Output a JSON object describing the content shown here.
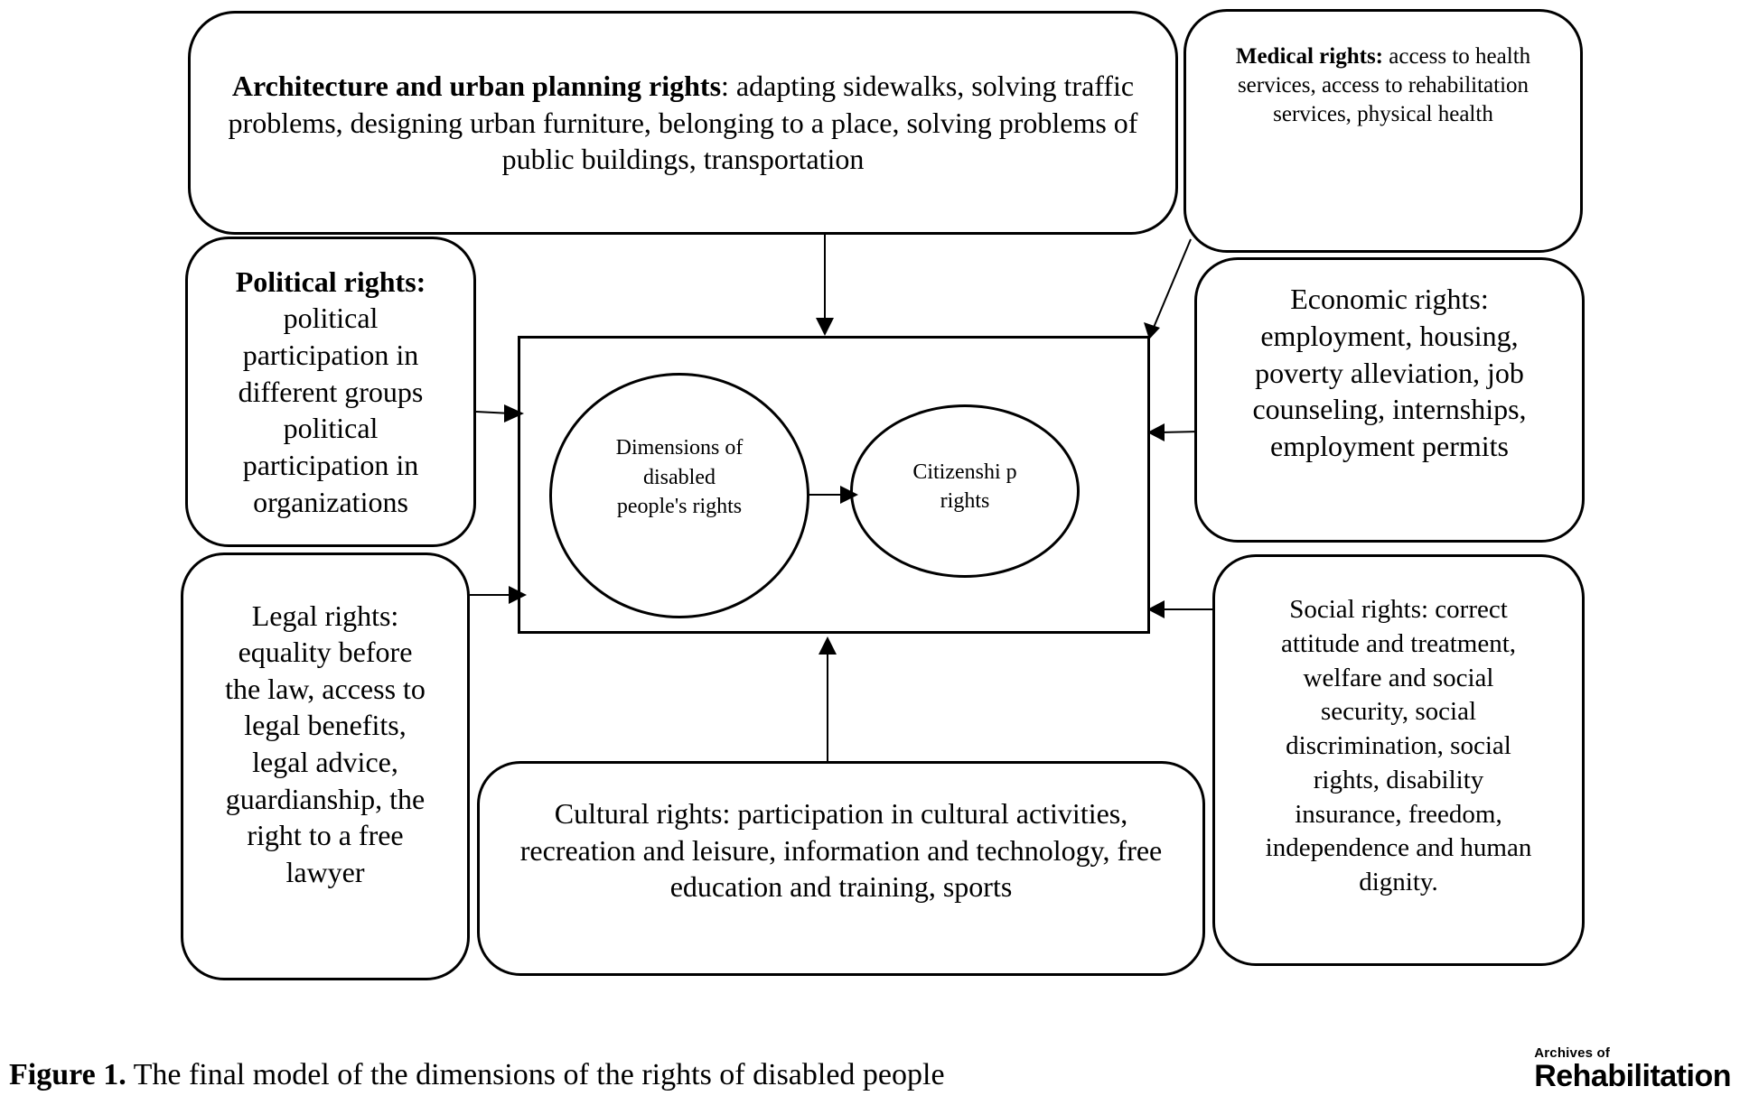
{
  "boxes": {
    "architecture": {
      "title": "Architecture and urban planning rights",
      "body": ": adapting sidewalks, solving traffic problems, designing urban furniture, belonging to a place, solving problems of public buildings, transportation"
    },
    "medical": {
      "title": "Medical rights:",
      "body": " access to health services, access to rehabilitation services, physical health"
    },
    "political": {
      "title": "Political rights:",
      "body": " political participation in different groups political participation in organizations"
    },
    "economic": {
      "body": "Economic rights: employment, housing, poverty alleviation, job counseling, internships, employment permits"
    },
    "legal": {
      "body": "Legal rights: equality before the law, access to legal benefits, legal advice, guardianship, the right to a free lawyer"
    },
    "cultural": {
      "body": "Cultural rights: participation in cultural activities, recreation and leisure, information and technology, free education and training, sports"
    },
    "social": {
      "body": "Social rights: correct attitude and treatment, welfare and social security, social discrimination, social rights, disability insurance, freedom, independence and human dignity."
    }
  },
  "center": {
    "dimensions": "Dimensions of disabled people's rights",
    "citizenship": "Citizenshi p rights"
  },
  "caption": {
    "label": "Figure 1.",
    "text": " The final model of the dimensions of the rights of disabled people"
  },
  "logo": {
    "small": "Archives of",
    "big": "Rehabilitation"
  }
}
